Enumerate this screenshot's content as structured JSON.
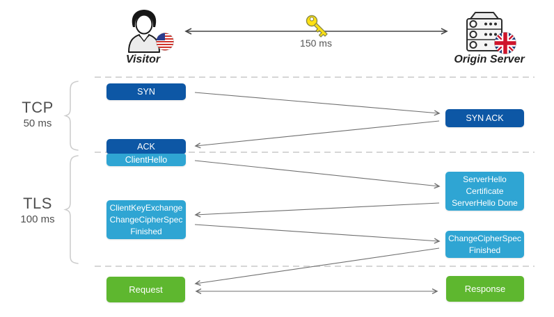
{
  "header": {
    "visitor": {
      "label": "Visitor"
    },
    "origin": {
      "label": "Origin Server"
    },
    "latency": {
      "label": "150 ms"
    }
  },
  "phases": [
    {
      "name": "TCP",
      "duration": "50 ms"
    },
    {
      "name": "TLS",
      "duration": "100 ms"
    }
  ],
  "messages": {
    "syn": "SYN",
    "syn_ack": "SYN ACK",
    "ack": "ACK",
    "client_hello": "ClientHello",
    "server_hello": [
      "ServerHello",
      "Certificate",
      "ServerHello Done"
    ],
    "client_key_exchange": [
      "ClientKeyExchange",
      "ChangeCipherSpec",
      "Finished"
    ],
    "change_cipher_spec": [
      "ChangeCipherSpec",
      "Finished"
    ],
    "request": "Request",
    "response": "Response"
  },
  "colors": {
    "tcp_box": "#0d57a5",
    "tls_box": "#2fa5d3",
    "http_box": "#5eb72f",
    "arrow": "#6e6e6e",
    "header_arrow": "#444444",
    "dashed_line": "#c9c9c9",
    "key_yellow": "#ffe113"
  }
}
